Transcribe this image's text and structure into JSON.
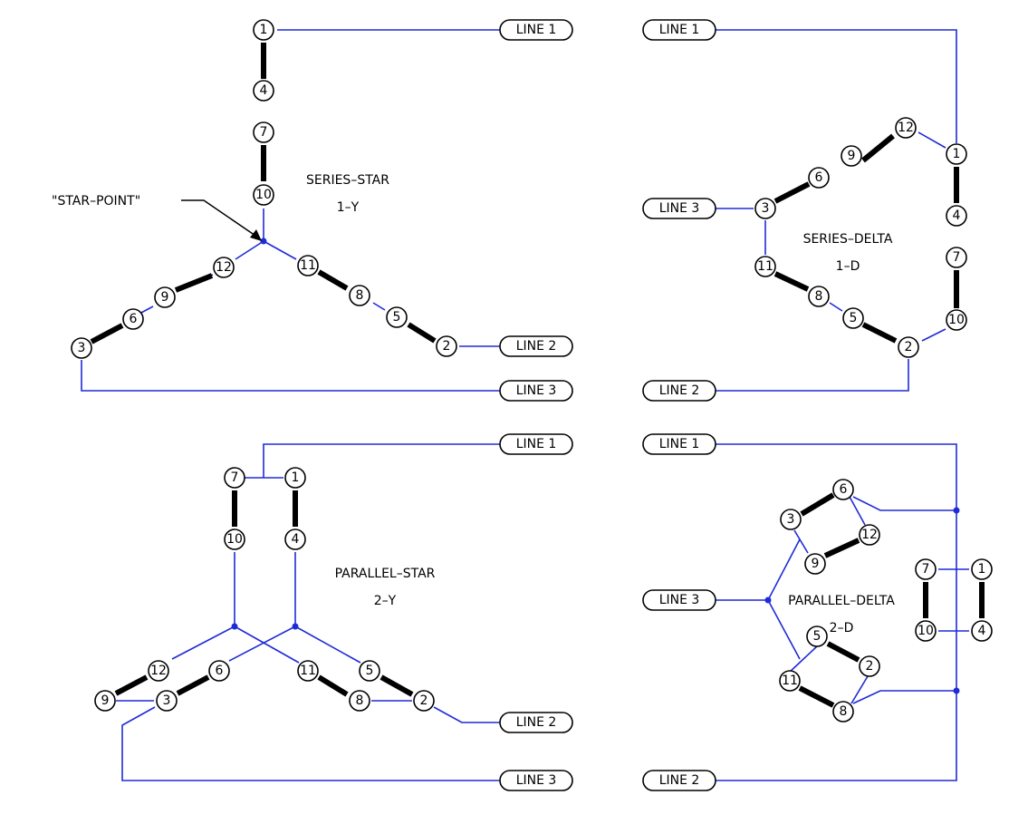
{
  "colors": {
    "wire": "#1f2bd6",
    "winding": "#000000",
    "background": "#ffffff"
  },
  "panels": [
    {
      "id": "series-star",
      "title": "SERIES–STAR",
      "subtitle": "1–Y",
      "annotation": "\"STAR–POINT\"",
      "line_labels": [
        "LINE 1",
        "LINE 2",
        "LINE 3"
      ],
      "terminals": [
        "1",
        "4",
        "7",
        "10",
        "12",
        "9",
        "6",
        "3",
        "11",
        "8",
        "5",
        "2"
      ]
    },
    {
      "id": "series-delta",
      "title": "SERIES–DELTA",
      "subtitle": "1–D",
      "line_labels": [
        "LINE 1",
        "LINE 3",
        "LINE 2"
      ],
      "terminals": [
        "12",
        "9",
        "6",
        "3",
        "1",
        "4",
        "7",
        "10",
        "11",
        "8",
        "5",
        "2"
      ]
    },
    {
      "id": "parallel-star",
      "title": "PARALLEL–STAR",
      "subtitle": "2–Y",
      "line_labels": [
        "LINE 1",
        "LINE 2",
        "LINE 3"
      ],
      "terminals": [
        "7",
        "1",
        "10",
        "4",
        "12",
        "9",
        "6",
        "3",
        "11",
        "8",
        "5",
        "2"
      ]
    },
    {
      "id": "parallel-delta",
      "title": "PARALLEL–DELTA",
      "subtitle": "2–D",
      "line_labels": [
        "LINE 1",
        "LINE 3",
        "LINE 2"
      ],
      "terminals": [
        "6",
        "3",
        "12",
        "9",
        "7",
        "1",
        "10",
        "4",
        "5",
        "2",
        "11",
        "8"
      ]
    }
  ]
}
